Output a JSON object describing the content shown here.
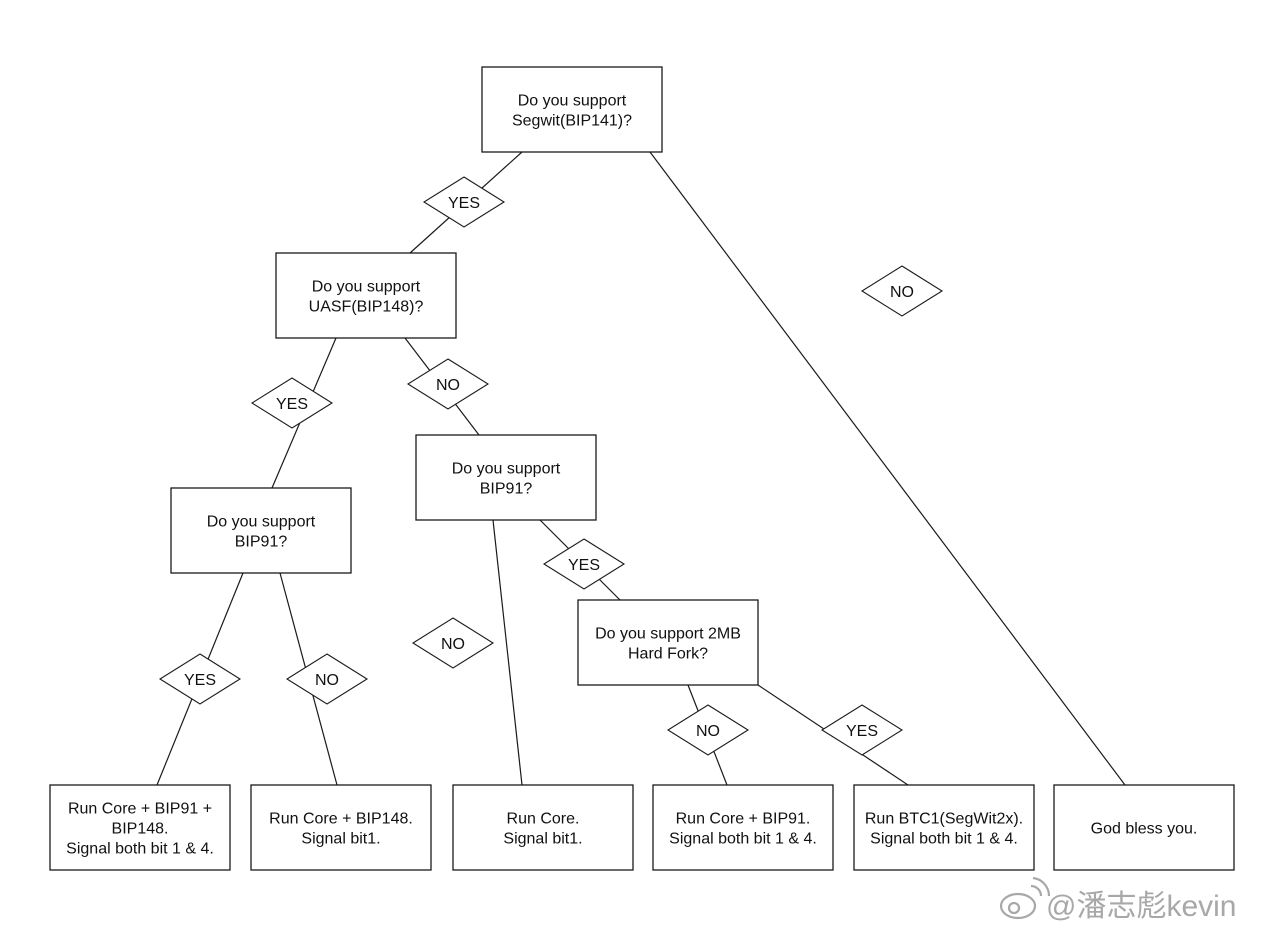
{
  "nodes": {
    "q_segwit": {
      "lines": [
        "Do you support",
        "Segwit(BIP141)?"
      ]
    },
    "q_uasf": {
      "lines": [
        "Do you support",
        "UASF(BIP148)?"
      ]
    },
    "q_bip91_left": {
      "lines": [
        "Do you support",
        "BIP91?"
      ]
    },
    "q_bip91_mid": {
      "lines": [
        "Do you support",
        "BIP91?"
      ]
    },
    "q_2mb": {
      "lines": [
        "Do you support 2MB",
        "Hard Fork?"
      ]
    },
    "r_core_bip91_bip148": {
      "lines": [
        "Run Core + BIP91 +",
        "BIP148.",
        "Signal both bit 1 & 4."
      ]
    },
    "r_core_bip148": {
      "lines": [
        "Run Core + BIP148.",
        "Signal bit1."
      ]
    },
    "r_core": {
      "lines": [
        "Run Core.",
        "Signal bit1."
      ]
    },
    "r_core_bip91": {
      "lines": [
        "Run Core + BIP91.",
        "Signal both bit 1 & 4."
      ]
    },
    "r_btc1": {
      "lines": [
        "Run BTC1(SegWit2x).",
        "Signal both bit 1 & 4."
      ]
    },
    "r_god": {
      "lines": [
        "God bless you."
      ]
    }
  },
  "edges": [
    {
      "from": "q_segwit",
      "to": "q_uasf",
      "label": "YES"
    },
    {
      "from": "q_segwit",
      "to": "r_god",
      "label": "NO"
    },
    {
      "from": "q_uasf",
      "to": "q_bip91_left",
      "label": "YES"
    },
    {
      "from": "q_uasf",
      "to": "q_bip91_mid",
      "label": "NO"
    },
    {
      "from": "q_bip91_left",
      "to": "r_core_bip91_bip148",
      "label": "YES"
    },
    {
      "from": "q_bip91_left",
      "to": "r_core_bip148",
      "label": "NO"
    },
    {
      "from": "q_bip91_mid",
      "to": "r_core",
      "label": "NO"
    },
    {
      "from": "q_bip91_mid",
      "to": "q_2mb",
      "label": "YES"
    },
    {
      "from": "q_2mb",
      "to": "r_core_bip91",
      "label": "NO"
    },
    {
      "from": "q_2mb",
      "to": "r_btc1",
      "label": "YES"
    }
  ],
  "watermark": {
    "text": "@潘志彪kevin",
    "icon": "weibo-logo-icon"
  }
}
